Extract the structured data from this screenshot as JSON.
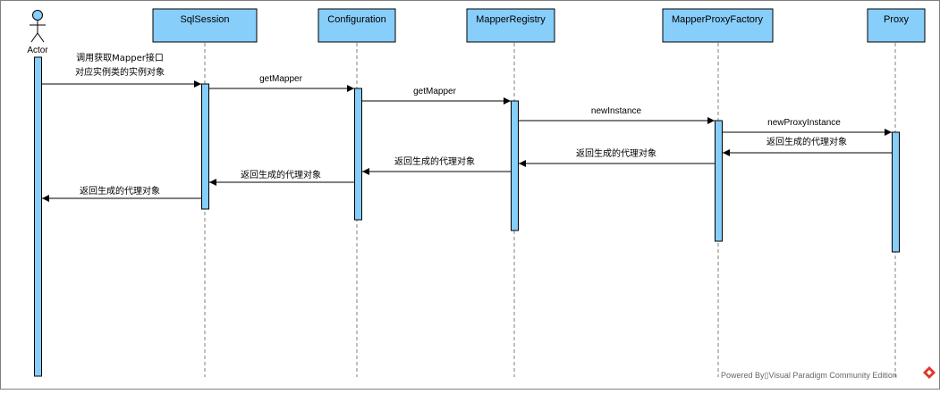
{
  "diagram": {
    "actor": {
      "name": "Actor"
    },
    "participants": [
      {
        "id": "sqlsession",
        "name": "SqlSession"
      },
      {
        "id": "configuration",
        "name": "Configuration"
      },
      {
        "id": "mapperregistry",
        "name": "MapperRegistry"
      },
      {
        "id": "mapperproxyfactory",
        "name": "MapperProxyFactory"
      },
      {
        "id": "proxy",
        "name": "Proxy"
      }
    ],
    "messages": [
      {
        "from": "actor",
        "to": "sqlsession",
        "kind": "call",
        "label_lines": [
          "调用获取Mapper接口",
          "对应实例类的实例对象"
        ]
      },
      {
        "from": "sqlsession",
        "to": "configuration",
        "kind": "call",
        "label_lines": [
          "getMapper"
        ]
      },
      {
        "from": "configuration",
        "to": "mapperregistry",
        "kind": "call",
        "label_lines": [
          "getMapper"
        ]
      },
      {
        "from": "mapperregistry",
        "to": "mapperproxyfactory",
        "kind": "call",
        "label_lines": [
          "newInstance"
        ]
      },
      {
        "from": "mapperproxyfactory",
        "to": "proxy",
        "kind": "call",
        "label_lines": [
          "newProxyInstance"
        ]
      },
      {
        "from": "proxy",
        "to": "mapperproxyfactory",
        "kind": "return",
        "label_lines": [
          "返回生成的代理对象"
        ]
      },
      {
        "from": "mapperproxyfactory",
        "to": "mapperregistry",
        "kind": "return",
        "label_lines": [
          "返回生成的代理对象"
        ]
      },
      {
        "from": "mapperregistry",
        "to": "configuration",
        "kind": "return",
        "label_lines": [
          "返回生成的代理对象"
        ]
      },
      {
        "from": "configuration",
        "to": "sqlsession",
        "kind": "return",
        "label_lines": [
          "返回生成的代理对象"
        ]
      },
      {
        "from": "sqlsession",
        "to": "actor",
        "kind": "return",
        "label_lines": [
          "返回生成的代理对象"
        ]
      }
    ],
    "footer": {
      "text": "Powered By▯Visual Paradigm Community Edition",
      "logo_icon": "visual-paradigm-logo-icon"
    },
    "colors": {
      "box_fill": "#87CEFA",
      "activation_fill": "#87CEFA",
      "line": "#000000",
      "lifeline": "#7f7f7f",
      "border": "#7f7f7f",
      "logo": "#e2342a"
    }
  }
}
